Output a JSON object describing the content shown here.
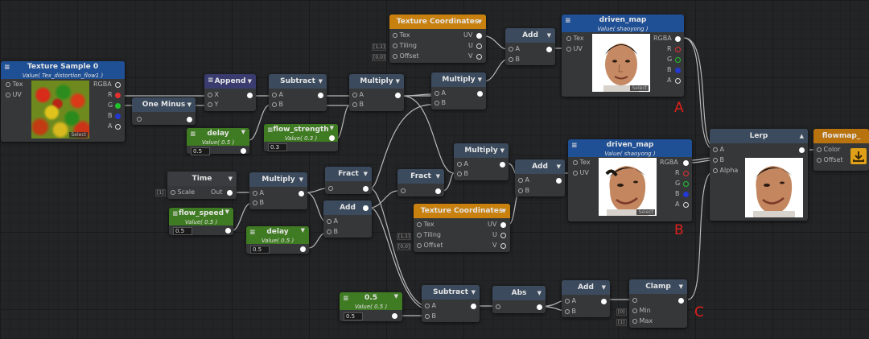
{
  "nodes": {
    "texture_sample": {
      "title": "Texture Sample 0",
      "subtitle": "Value( Tex_distortion_flow1 )",
      "in_tex": "Tex",
      "in_uv": "UV",
      "out_rgba": "RGBA",
      "out_r": "R",
      "out_g": "G",
      "out_b": "B",
      "out_a": "A",
      "select": "Select"
    },
    "one_minus": {
      "title": "One Minus"
    },
    "append": {
      "title": "Append",
      "in_x": "X",
      "in_y": "Y"
    },
    "subtract1": {
      "title": "Subtract",
      "in_a": "A",
      "in_b": "B"
    },
    "multiply1": {
      "title": "Multiply",
      "in_a": "A",
      "in_b": "B"
    },
    "multiply2": {
      "title": "Multiply",
      "in_a": "A",
      "in_b": "B"
    },
    "texcoord1": {
      "title": "Texture Coordinates",
      "in_tex": "Tex",
      "in_tiling": "Tiling",
      "in_offset": "Offset",
      "out_uv": "UV",
      "out_u": "U",
      "out_v": "V",
      "tag1": "[1,1]",
      "tag2": "[0,0]"
    },
    "add1": {
      "title": "Add",
      "in_a": "A",
      "in_b": "B"
    },
    "driven_map1": {
      "title": "driven_map",
      "subtitle": "Value( shaoyong )",
      "in_tex": "Tex",
      "in_uv": "UV",
      "out_rgba": "RGBA",
      "out_r": "R",
      "out_g": "G",
      "out_b": "B",
      "out_a": "A",
      "select": "Select"
    },
    "delay1": {
      "title": "delay",
      "subtitle": "Value( 0.5 )",
      "value": "0.5"
    },
    "flow_strength": {
      "title": "flow_strength",
      "subtitle": "Value( 0.3 )",
      "value": "0.3"
    },
    "multiply3": {
      "title": "Multiply",
      "in_a": "A",
      "in_b": "B"
    },
    "time": {
      "title": "Time",
      "in_scale": "Scale",
      "out": "Out",
      "tag": "[1]"
    },
    "multiply4": {
      "title": "Multiply",
      "in_a": "A",
      "in_b": "B"
    },
    "fract1": {
      "title": "Fract"
    },
    "fract2": {
      "title": "Fract"
    },
    "add2": {
      "title": "Add",
      "in_a": "A",
      "in_b": "B"
    },
    "add3": {
      "title": "Add",
      "in_a": "A",
      "in_b": "B"
    },
    "flow_speed": {
      "title": "flow_speed",
      "subtitle": "Value( 0.5 )",
      "value": "0.5"
    },
    "delay2": {
      "title": "delay",
      "subtitle": "Value( 0.5 )",
      "value": "0.5"
    },
    "texcoord2": {
      "title": "Texture Coordinates",
      "in_tex": "Tex",
      "in_tiling": "Tiling",
      "in_offset": "Offset",
      "out_uv": "UV",
      "out_u": "U",
      "out_v": "V",
      "tag1": "[1,1]",
      "tag2": "[0,0]"
    },
    "driven_map2": {
      "title": "driven_map",
      "subtitle": "Value( shaoyong )",
      "in_tex": "Tex",
      "in_uv": "UV",
      "out_rgba": "RGBA",
      "out_r": "R",
      "out_g": "G",
      "out_b": "B",
      "out_a": "A",
      "select": "Select"
    },
    "lerp": {
      "title": "Lerp",
      "in_a": "A",
      "in_b": "B",
      "in_alpha": "Alpha"
    },
    "flowmap_output": {
      "title": "flowmap_",
      "in_color": "Color",
      "in_offset": "Offset"
    },
    "const_05": {
      "title": "0.5",
      "subtitle": "Value( 0.5 )",
      "value": "0.5"
    },
    "subtract2": {
      "title": "Subtract",
      "in_a": "A",
      "in_b": "B"
    },
    "abs": {
      "title": "Abs"
    },
    "add4": {
      "title": "Add",
      "in_a": "A",
      "in_b": "B"
    },
    "clamp": {
      "title": "Clamp",
      "in_min": "Min",
      "in_max": "Max",
      "tag_min": "[0]",
      "tag_max": "[1]"
    }
  },
  "annotations": {
    "a": "A",
    "b": "B",
    "c": "C"
  },
  "colors": {
    "wire": "#b9b9b9",
    "header_blue": "#1f4f94",
    "header_orange": "#c8810f",
    "header_green": "#3f7b22",
    "annotation_red": "#e0201e"
  }
}
